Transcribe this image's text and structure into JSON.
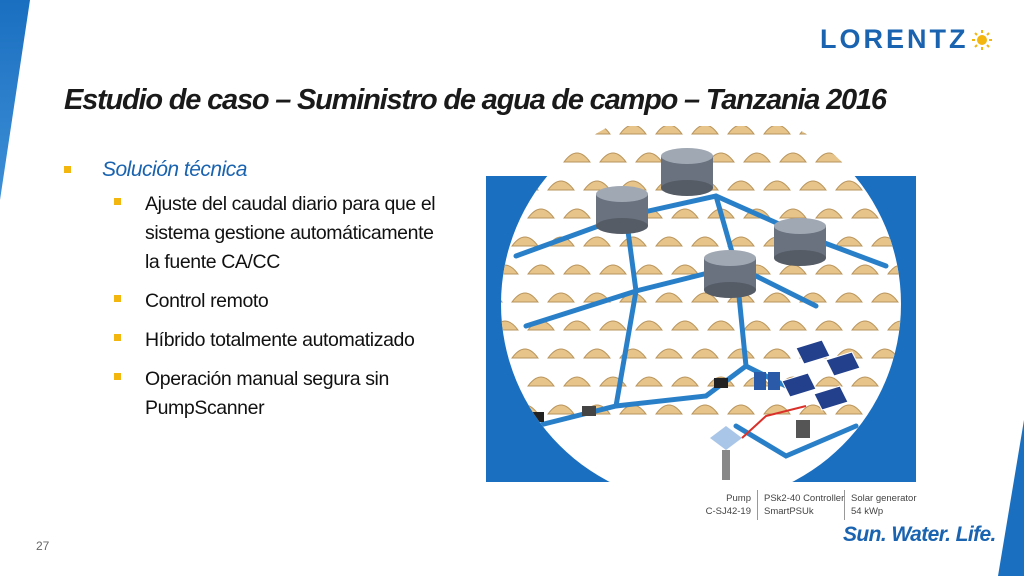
{
  "brand": {
    "logo_text": "LORENTZ",
    "slogan": "Sun. Water. Life."
  },
  "slide": {
    "title": "Estudio de caso – Suministro de agua de campo – Tanzania 2016",
    "section": "Solución técnica",
    "bullets": [
      "Ajuste del caudal diario para que el sistema gestione automáticamente la fuente CA/CC",
      "Control remoto",
      "Híbrido totalmente automatizado",
      "Operación manual segura sin PumpScanner"
    ],
    "page_number": "27"
  },
  "diagram": {
    "captions": [
      {
        "line1": "Pump",
        "line2": "C-SJ42-19"
      },
      {
        "line1": "PSk2-40 Controller",
        "line2": "SmartPSUk"
      },
      {
        "line1": "Solar generator",
        "line2": "54 kWp"
      }
    ]
  },
  "colors": {
    "brand_blue": "#1a63b0",
    "bullet_yellow": "#f3b60f",
    "pipe_blue": "#2a80c8",
    "tent_tan": "#e6c48a"
  }
}
